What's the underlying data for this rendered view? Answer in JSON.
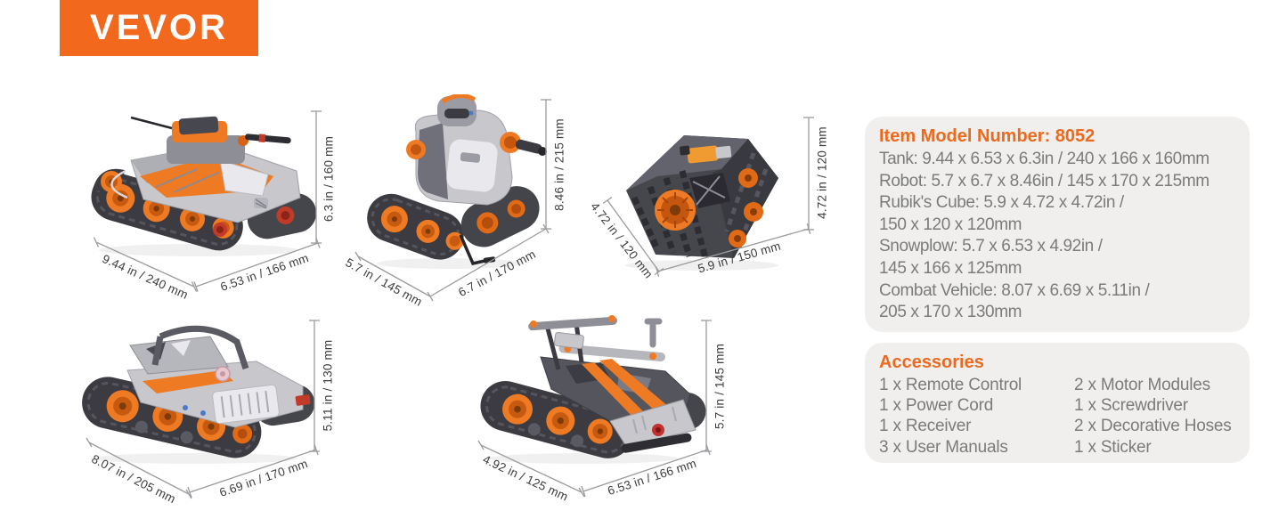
{
  "brand": {
    "logo_text": "VEVOR"
  },
  "colors": {
    "accent_orange": "#f2681c",
    "heading_orange": "#ec6a1e",
    "panel_background": "#f0efee",
    "body_text_gray": "#7b7b7b",
    "dimension_text": "#3d3d3d"
  },
  "models": [
    {
      "name": "Tank",
      "length_label": "9.44 in / 240 mm",
      "width_label": "6.53 in / 166 mm",
      "height_label": "6.3 in / 160 mm"
    },
    {
      "name": "Robot",
      "length_label": "5.7 in / 145 mm",
      "width_label": "6.7 in / 170 mm",
      "height_label": "8.46 in / 215 mm"
    },
    {
      "name": "Rubik's Cube",
      "length_label": "4.72 in / 120 mm",
      "width_label": "5.9 in / 150 mm",
      "height_label": "4.72 in / 120 mm"
    },
    {
      "name": "Combat Vehicle",
      "length_label": "8.07 in / 205 mm",
      "width_label": "6.69 in / 170 mm",
      "height_label": "5.11 in / 130 mm"
    },
    {
      "name": "Snowplow",
      "length_label": "4.92 in / 125 mm",
      "width_label": "6.53 in / 166 mm",
      "height_label": "5.7 in / 145 mm"
    }
  ],
  "spec_panel": {
    "title": "Item Model Number: 8052",
    "lines": [
      "Tank: 9.44 x 6.53 x 6.3in / 240 x 166 x 160mm",
      "Robot: 5.7 x 6.7 x 8.46in / 145 x 170 x 215mm",
      "Rubik's Cube: 5.9 x 4.72 x 4.72in /",
      "150 x 120 x 120mm",
      "Snowplow: 5.7 x 6.53 x 4.92in /",
      "145 x 166 x 125mm",
      "Combat Vehicle: 8.07 x 6.69 x 5.11in /",
      "205 x 170 x 130mm"
    ]
  },
  "accessories_panel": {
    "title": "Accessories",
    "left_column": [
      "1 x Remote Control",
      "1 x Power Cord",
      "1 x Receiver",
      "3 x User Manuals"
    ],
    "right_column": [
      "2 x Motor Modules",
      "1 x Screwdriver",
      "2 x Decorative Hoses",
      "1 x Sticker"
    ]
  }
}
